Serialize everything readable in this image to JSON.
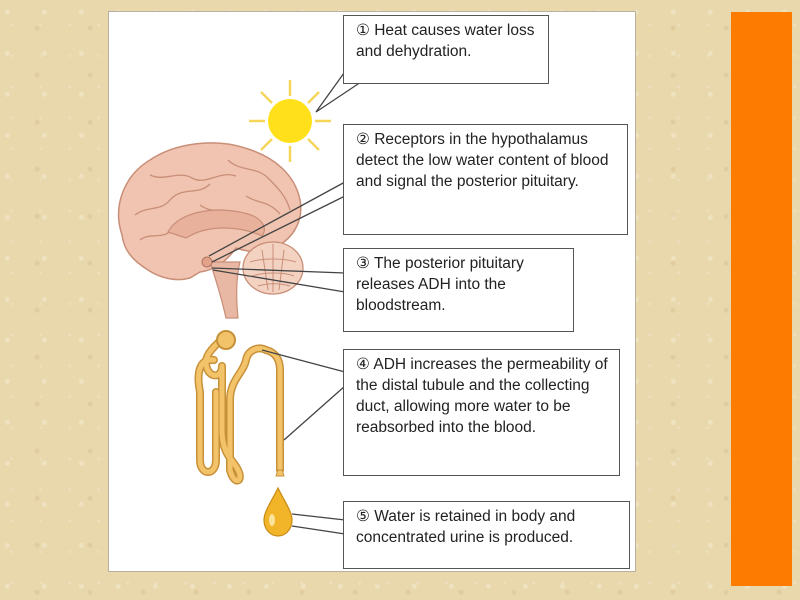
{
  "steps": [
    {
      "number": "①",
      "text": "Heat causes water loss and dehydration."
    },
    {
      "number": "②",
      "text": "Receptors in the hypothalamus detect the low water content of blood and signal the posterior pituitary."
    },
    {
      "number": "③",
      "text": "The posterior pituitary releases ADH into the bloodstream."
    },
    {
      "number": "④",
      "text": "ADH increases the permeability of the distal tubule and the collecting duct, allowing more water to be reabsorbed into the blood."
    },
    {
      "number": "⑤",
      "text": "Water is retained in body and concentrated urine is produced."
    }
  ],
  "colors": {
    "accent_bar": "#fe7b02",
    "background": "#e9d8ac",
    "sun": "#ffe01a",
    "brain": "#f0c4b0",
    "nephron": "#f3c36a",
    "droplet": "#f2b52a"
  }
}
